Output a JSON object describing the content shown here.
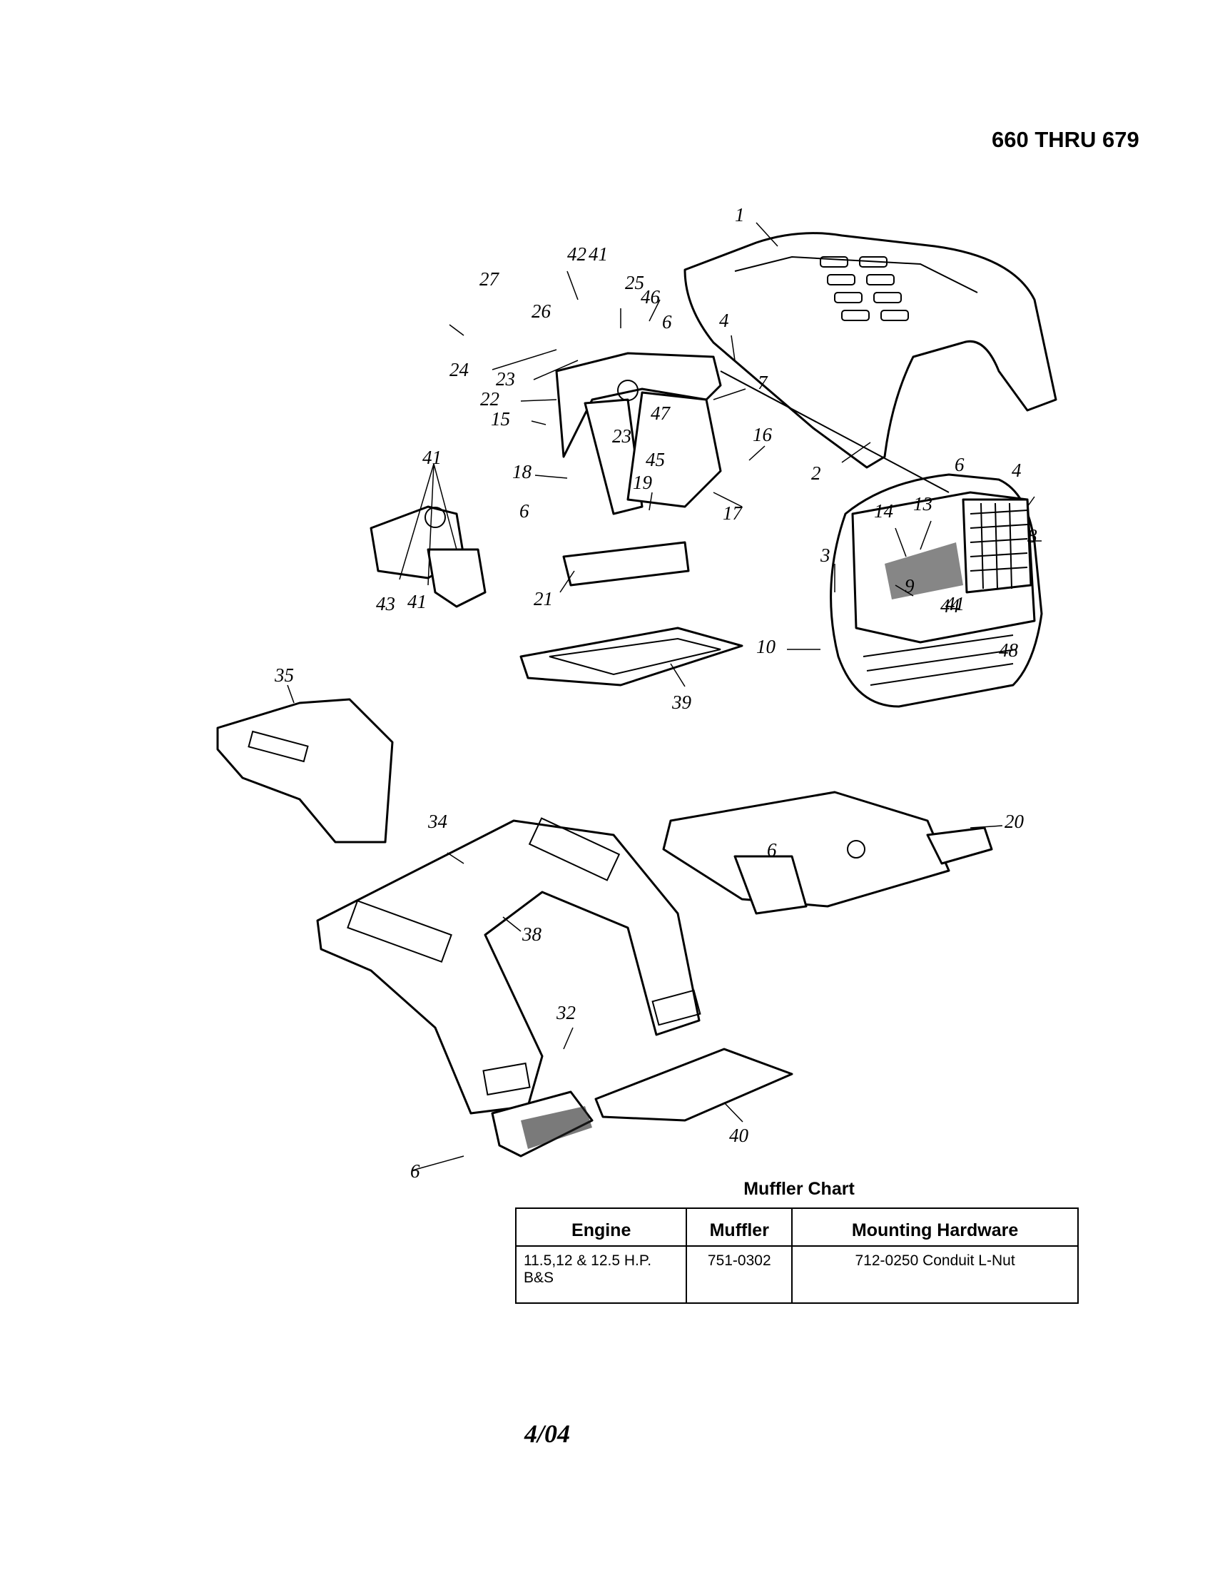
{
  "header": {
    "model_range": "660 THRU 679"
  },
  "diagram": {
    "part_labels": [
      "1",
      "2",
      "3",
      "4",
      "4",
      "6",
      "6",
      "6",
      "6",
      "6",
      "7",
      "8",
      "9",
      "10",
      "13",
      "14",
      "15",
      "16",
      "17",
      "18",
      "19",
      "20",
      "21",
      "22",
      "23",
      "23",
      "24",
      "25",
      "26",
      "27",
      "32",
      "34",
      "35",
      "38",
      "39",
      "40",
      "41",
      "41",
      "41",
      "41",
      "42",
      "43",
      "44",
      "45",
      "46",
      "47",
      "48"
    ]
  },
  "muffler_chart": {
    "title": "Muffler Chart",
    "columns": [
      "Engine",
      "Muffler",
      "Mounting Hardware"
    ],
    "rows": [
      {
        "engine": "11.5,12 & 12.5 H.P. B&S",
        "muffler": "751-0302",
        "hardware": "712-0250 Conduit L-Nut"
      }
    ]
  },
  "footer": {
    "date": "4/04"
  }
}
